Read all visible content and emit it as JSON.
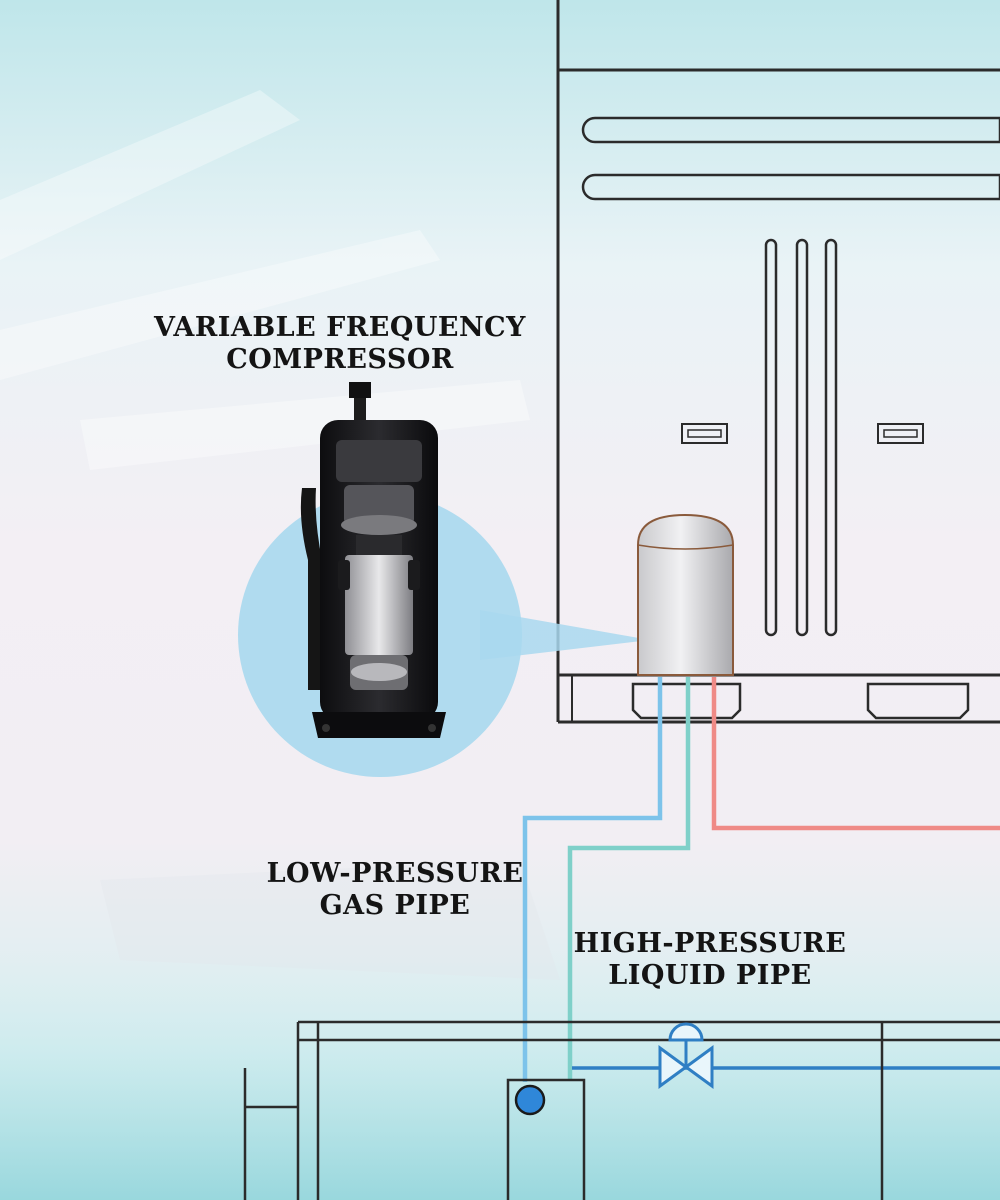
{
  "labels": {
    "compressor": [
      "VARIABLE FREQUENCY",
      "COMPRESSOR"
    ],
    "gas_pipe": [
      "LOW-PRESSURE",
      "GAS PIPE"
    ],
    "liquid_pipe": [
      "HIGH-PRESSURE",
      "LIQUID PIPE"
    ]
  },
  "colors": {
    "outline": "#2b2b2b",
    "gas_pipe": "#7dc3ea",
    "liquid_pipe": "#7fd0c9",
    "hot_pipe": "#ef8a86",
    "indoor_line": "#2f7fc4",
    "callout_circle": "#a9d8ee"
  },
  "icons": [
    "compressor-image",
    "accumulator-tank",
    "expansion-valve-icon",
    "pipe-junction-icon"
  ]
}
